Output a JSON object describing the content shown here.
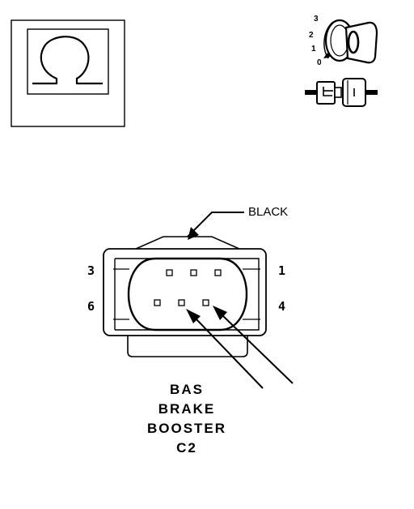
{
  "legend": {
    "symbol_icon": "omega-ohm-icon"
  },
  "ignition": {
    "icon": "ignition-key-icon",
    "positions": [
      "3",
      "2",
      "1",
      "0"
    ],
    "connector_icon": "test-connector-probe-icon"
  },
  "connector": {
    "color_label": "BLACK",
    "pin_labels": {
      "top_left": "3",
      "top_right": "1",
      "bottom_left": "6",
      "bottom_right": "4"
    },
    "name_lines": [
      "BAS",
      "BRAKE",
      "BOOSTER",
      "C2"
    ]
  }
}
